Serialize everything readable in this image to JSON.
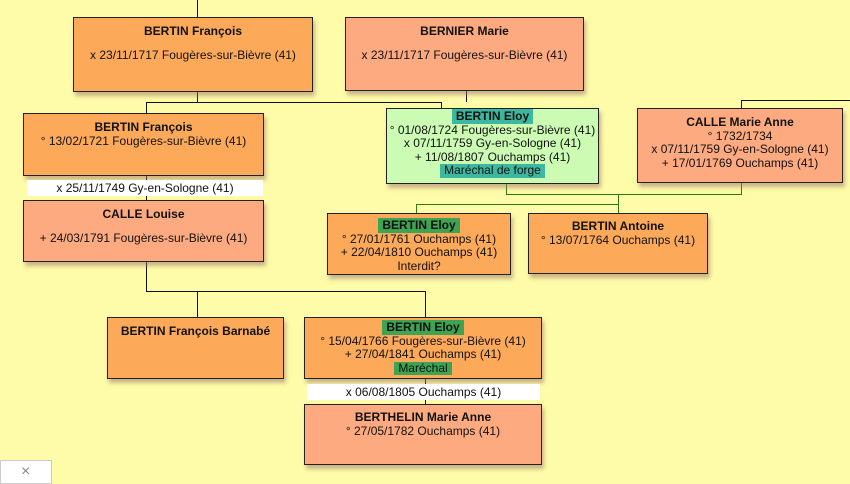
{
  "persons": {
    "francois_sr": {
      "name": "BERTIN François",
      "lines": [
        "x 23/11/1717 Fougères-sur-Bièvre (41)"
      ]
    },
    "bernier_marie": {
      "name": "BERNIER Marie",
      "lines": [
        "x 23/11/1717 Fougères-sur-Bièvre (41)"
      ]
    },
    "francois_jr": {
      "name": "BERTIN François",
      "lines": [
        "° 13/02/1721 Fougères-sur-Bièvre (41)"
      ]
    },
    "calle_louise": {
      "name": "CALLE Louise",
      "lines": [
        "+ 24/03/1791 Fougères-sur-Bièvre (41)"
      ]
    },
    "eloy_1724": {
      "name": "BERTIN Eloy",
      "lines": [
        "° 01/08/1724 Fougères-sur-Bièvre (41)",
        "x 07/11/1759 Gy-en-Sologne (41)",
        "+ 11/08/1807 Ouchamps (41)"
      ],
      "profession": "Maréchal de forge"
    },
    "calle_marie_anne": {
      "name": "CALLE Marie Anne",
      "lines": [
        "° 1732/1734",
        "x 07/11/1759 Gy-en-Sologne (41)",
        "+ 17/01/1769 Ouchamps (41)"
      ]
    },
    "eloy_1761": {
      "name": "BERTIN Eloy",
      "lines": [
        "° 27/01/1761 Ouchamps (41)",
        "+ 22/04/1810 Ouchamps (41)",
        "Interdit?"
      ]
    },
    "antoine": {
      "name": "BERTIN Antoine",
      "lines": [
        "° 13/07/1764 Ouchamps (41)"
      ]
    },
    "francois_barnabe": {
      "name": "BERTIN François Barnabé"
    },
    "eloy_1766": {
      "name": "BERTIN Eloy",
      "lines": [
        "° 15/04/1766 Fougères-sur-Bièvre (41)",
        "+ 27/04/1841 Ouchamps (41)"
      ],
      "profession": "Maréchal"
    },
    "berthelin": {
      "name": "BERTHELIN Marie Anne",
      "lines": [
        "° 27/05/1782 Ouchamps (41)"
      ]
    }
  },
  "marriages": {
    "francois_louise": "x 25/11/1749 Gy-en-Sologne (41)",
    "eloy_berthelin": "x 06/08/1805 Ouchamps (41)"
  },
  "close_panel": {
    "icon": "close-icon",
    "glyph": "×"
  },
  "colors": {
    "background": "#fefca8",
    "male_box": "#fca95a",
    "female_box": "#fdaa80",
    "root_box": "#ccfcb4",
    "highlight_teal": "#3db8a0",
    "highlight_green": "#3ea352"
  }
}
